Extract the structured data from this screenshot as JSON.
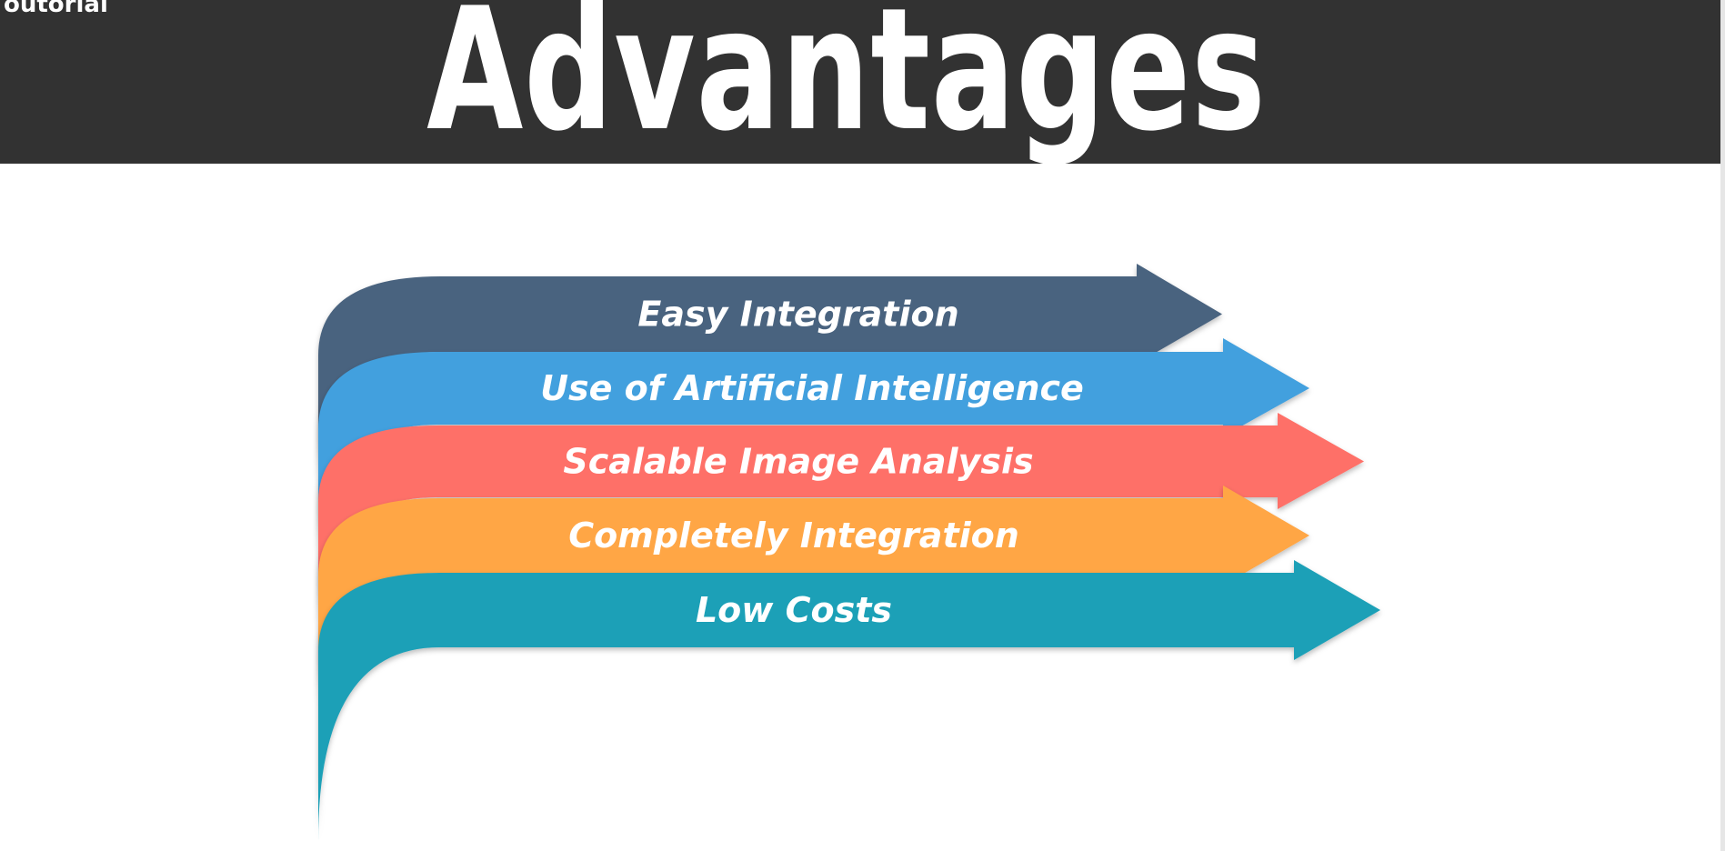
{
  "slide": {
    "title": "Advantages",
    "header_fragment": "outorial"
  },
  "colors": {
    "header_bg": "#323232",
    "title": "#ffffff",
    "label": "#ffffff"
  },
  "arrows": [
    {
      "label": "Easy Integration",
      "color": "#4a637f",
      "icon": "arrow-shape"
    },
    {
      "label": "Use of Artificial Intelligence",
      "color": "#43a0de",
      "icon": "arrow-shape"
    },
    {
      "label": "Scalable Image Analysis",
      "color": "#fe6f67",
      "icon": "arrow-shape"
    },
    {
      "label": "Completely Integration",
      "color": "#ffa644",
      "icon": "arrow-shape"
    },
    {
      "label": "Low Costs",
      "color": "#1da0b7",
      "icon": "arrow-shape"
    }
  ]
}
